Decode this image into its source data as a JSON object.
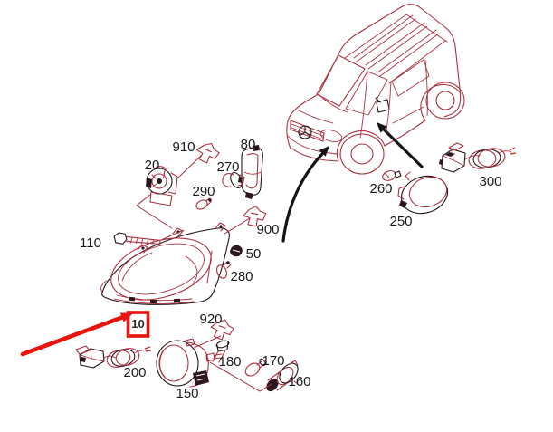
{
  "figure": {
    "type": "exploded-parts-diagram",
    "description": "Headlamp and fog lamp exploded parts diagram with panel van overview",
    "line_color": "#ab3140",
    "accent_black": "#141414",
    "highlight_red": "#e8140e",
    "background": "#ffffff"
  },
  "callouts": {
    "p10": "10",
    "p20": "20",
    "p50": "50",
    "p80": "80",
    "p110": "110",
    "p150": "150",
    "p160": "160",
    "p170": "170",
    "p180": "180",
    "p200": "200",
    "p250": "250",
    "p260": "260",
    "p270": "270",
    "p280": "280",
    "p290": "290",
    "p300": "300",
    "p900": "900",
    "p910": "910",
    "p920": "920"
  },
  "highlight": {
    "boxed_part": "10",
    "box_color": "#e8140e",
    "arrow_color": "#e8140e"
  }
}
